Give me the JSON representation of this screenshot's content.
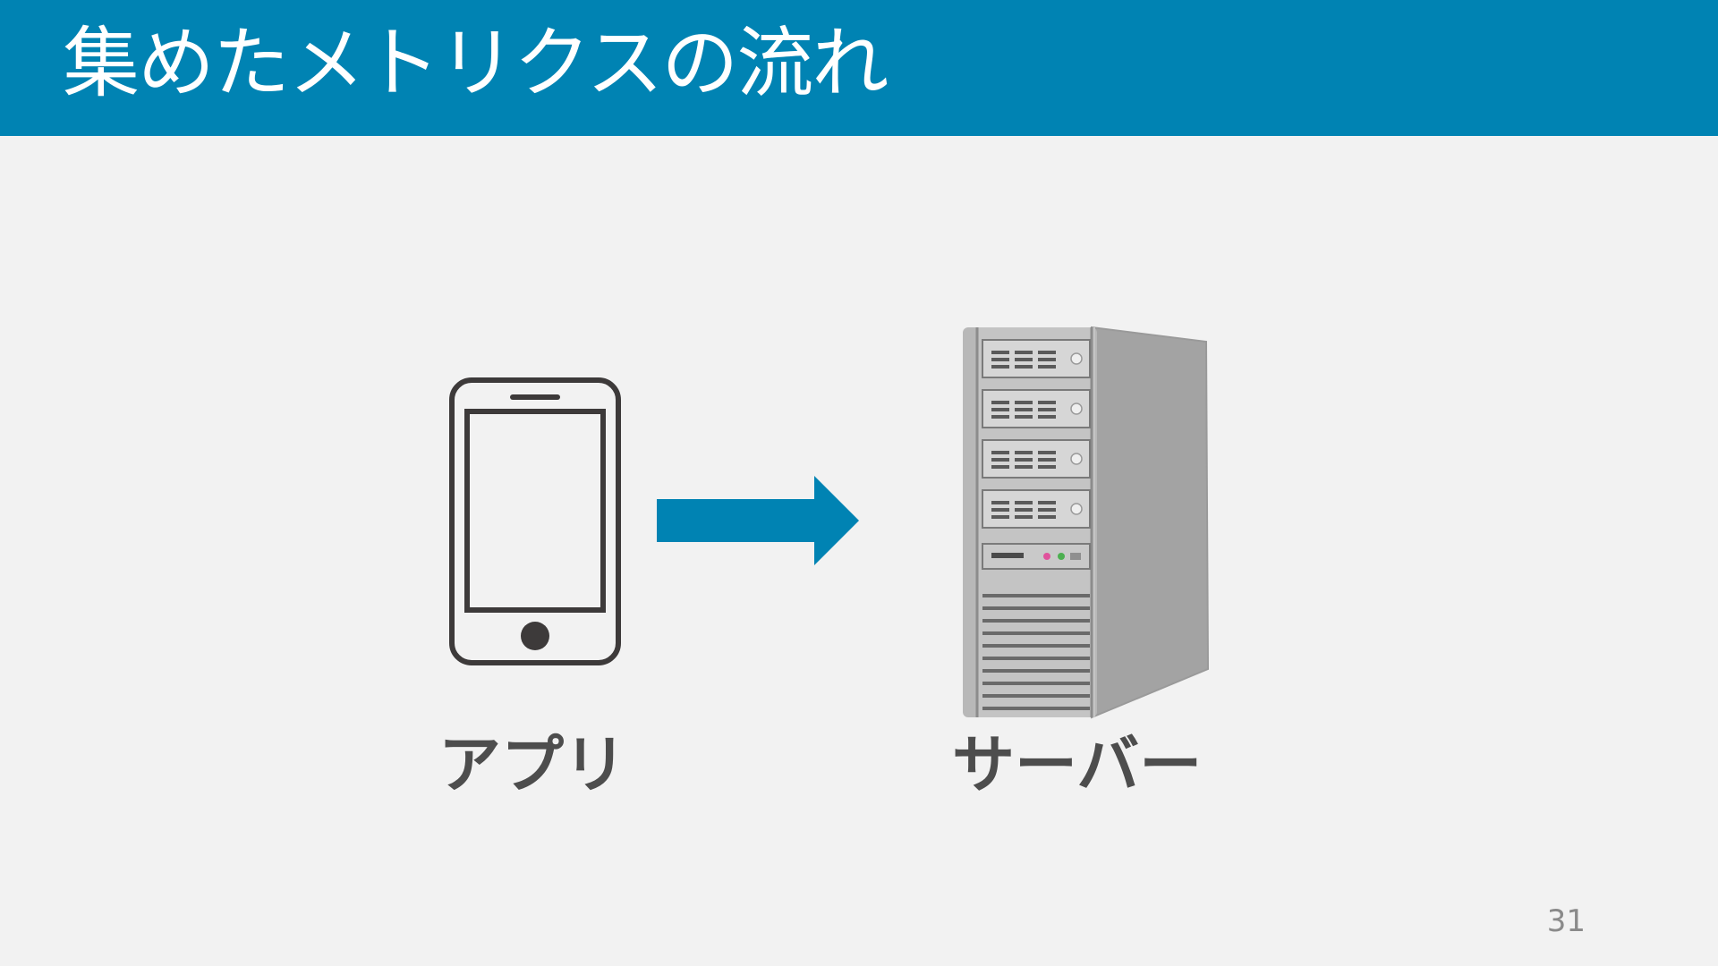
{
  "slide": {
    "title": "集めたメトリクスの流れ",
    "page_number": "31"
  },
  "diagram": {
    "source": {
      "label": "アプリ",
      "icon": "smartphone-icon"
    },
    "arrow": {
      "icon": "arrow-right-icon",
      "color": "#0083b3"
    },
    "target": {
      "label": "サーバー",
      "icon": "server-tower-icon"
    }
  },
  "colors": {
    "title_bar": "#0083b3",
    "background": "#f2f2f2",
    "label_text": "#4d4d4d",
    "icon_stroke": "#3d3a3a"
  }
}
